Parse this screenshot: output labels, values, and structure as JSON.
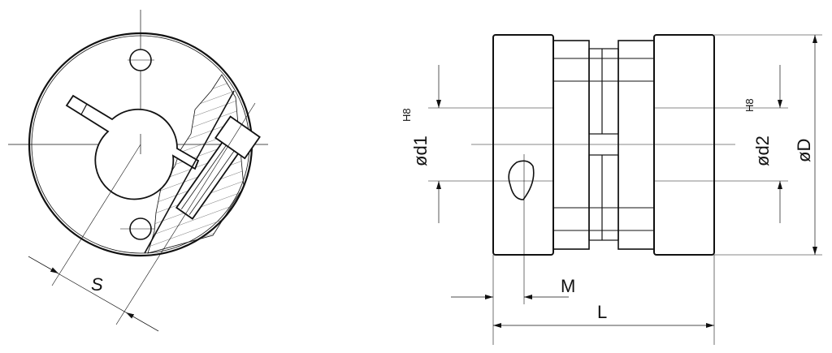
{
  "labels": {
    "s": "S",
    "d1": "ød1",
    "d1_tol": "H8",
    "d2": "ød2",
    "d2_tol": "H8",
    "D": "øD",
    "M": "M",
    "L": "L"
  }
}
